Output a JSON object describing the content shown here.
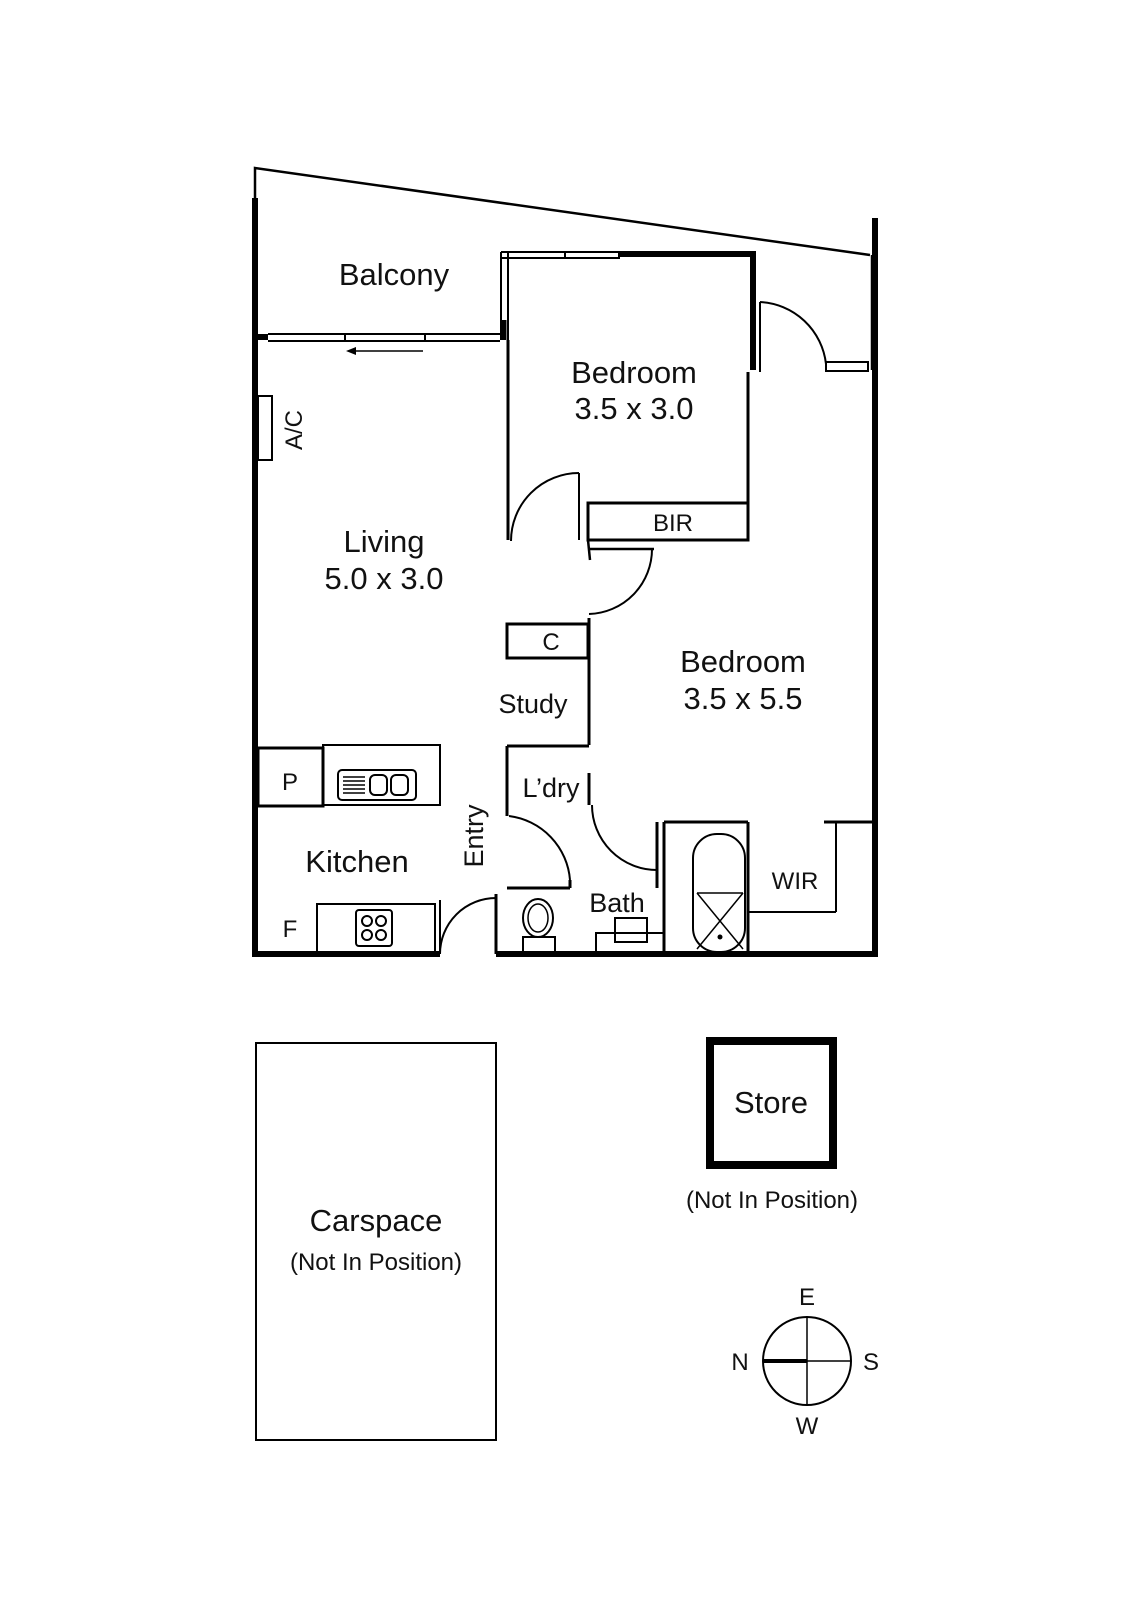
{
  "rooms": {
    "balcony": "Balcony",
    "bedroom1_name": "Bedroom",
    "bedroom1_size": "3.5 x 3.0",
    "bir": "BIR",
    "living_name": "Living",
    "living_size": "5.0 x 3.0",
    "ac": "A/C",
    "cupboard": "C",
    "study": "Study",
    "bedroom2_name": "Bedroom",
    "bedroom2_size": "3.5 x 5.5",
    "pantry": "P",
    "laundry": "L’dry",
    "kitchen": "Kitchen",
    "entry": "Entry",
    "wir": "WIR",
    "fridge": "F",
    "bath": "Bath"
  },
  "extras": {
    "store": "Store",
    "store_note": "(Not In Position)",
    "carspace": "Carspace",
    "carspace_note": "(Not In Position)"
  },
  "compass": {
    "north": "N",
    "east": "E",
    "south": "S",
    "west": "W"
  }
}
